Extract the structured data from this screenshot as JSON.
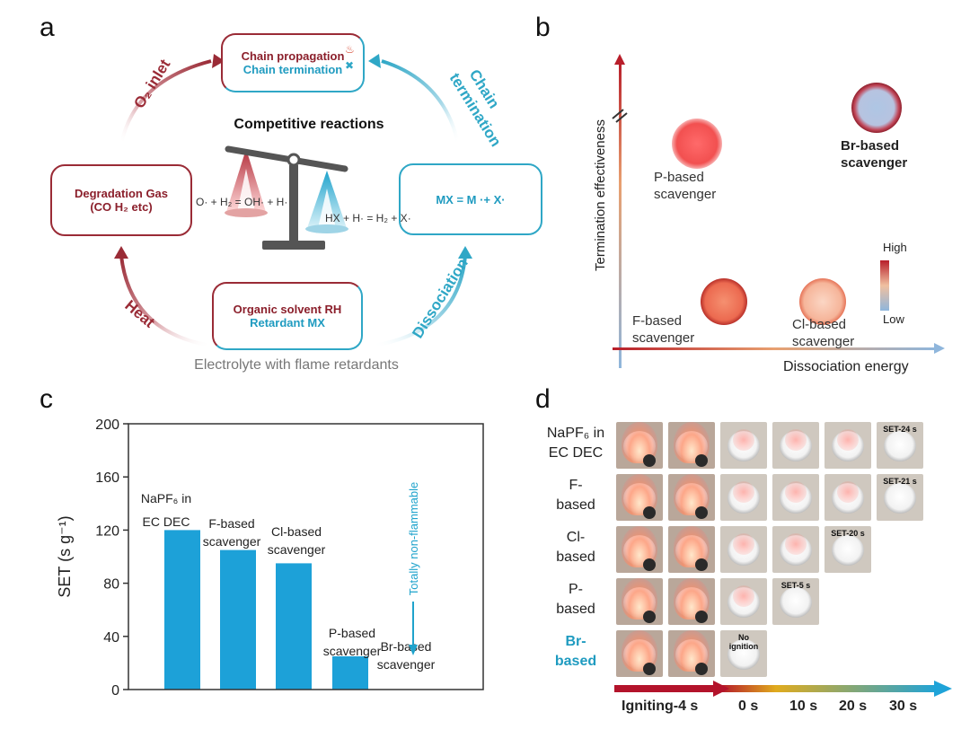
{
  "panel_a": {
    "letter": "a",
    "top_box": {
      "line1": "Chain propagation",
      "line2": "Chain termination"
    },
    "left_box": {
      "line1": "Degradation Gas",
      "line2": "(CO H₂ etc)"
    },
    "right_box": {
      "text": "MX = M ·+ X·"
    },
    "bottom_box": {
      "line1": "Organic solvent RH",
      "line2": "Retardant MX"
    },
    "center_title": "Competitive reactions",
    "left_reaction": "O· + H₂ = OH· + H·",
    "right_reaction": "HX + H· = H₂ + X·",
    "arrow_o2": "O₂ inlet",
    "arrow_chain_1": "Chain",
    "arrow_chain_2": "termination",
    "arrow_heat": "Heat",
    "arrow_dissociation": "Dissociation",
    "caption": "Electrolyte with flame retardants",
    "colors": {
      "red": "#9a2b36",
      "blue": "#2fa7c6"
    }
  },
  "panel_b": {
    "letter": "b",
    "ylabel": "Termination effectiveness",
    "xlabel": "Dissociation energy",
    "legend_high": "High",
    "legend_low": "Low",
    "scavengers": [
      {
        "label1": "P-based",
        "label2": "scavenger",
        "bold": false
      },
      {
        "label1": "Br-based",
        "label2": "scavenger",
        "bold": true
      },
      {
        "label1": "F-based",
        "label2": "scavenger",
        "bold": false
      },
      {
        "label1": "Cl-based",
        "label2": "scavenger",
        "bold": false
      }
    ]
  },
  "panel_c": {
    "letter": "c",
    "chart_data": {
      "type": "bar",
      "categories": [
        "NaPF₆ in EC DEC",
        "F-based scavenger",
        "Cl-based scavenger",
        "P-based scavenger",
        "Br-based scavenger"
      ],
      "values": [
        120,
        105,
        95,
        25,
        0
      ],
      "ylabel": "SET (s g⁻¹)",
      "ylim": [
        0,
        200
      ],
      "yticks": [
        0,
        40,
        80,
        120,
        160,
        200
      ],
      "annotation": "Totally non-flammable",
      "bar_color": "#1da1d8"
    },
    "bar_labels": [
      {
        "line1": "NaPF₆ in",
        "line2": "EC DEC"
      },
      {
        "line1": "F-based",
        "line2": "scavenger"
      },
      {
        "line1": "Cl-based",
        "line2": "scavenger"
      },
      {
        "line1": "P-based",
        "line2": "scavenger"
      },
      {
        "line1": "Br-based",
        "line2": "scavenger"
      }
    ]
  },
  "panel_d": {
    "letter": "d",
    "rows": [
      {
        "line1": "NaPF₆ in",
        "line2": "EC DEC",
        "set_label": "SET-24 s"
      },
      {
        "line1": "F-",
        "line2": "based",
        "set_label": "SET-21 s"
      },
      {
        "line1": "Cl-",
        "line2": "based",
        "set_label": "SET-20 s"
      },
      {
        "line1": "P-",
        "line2": "based",
        "set_label": "SET-5 s"
      },
      {
        "line1": "Br-",
        "line2": "based",
        "set_label": "No ignition"
      }
    ],
    "timeline": [
      "Igniting-4 s",
      "0 s",
      "10 s",
      "20 s",
      "30 s"
    ]
  }
}
